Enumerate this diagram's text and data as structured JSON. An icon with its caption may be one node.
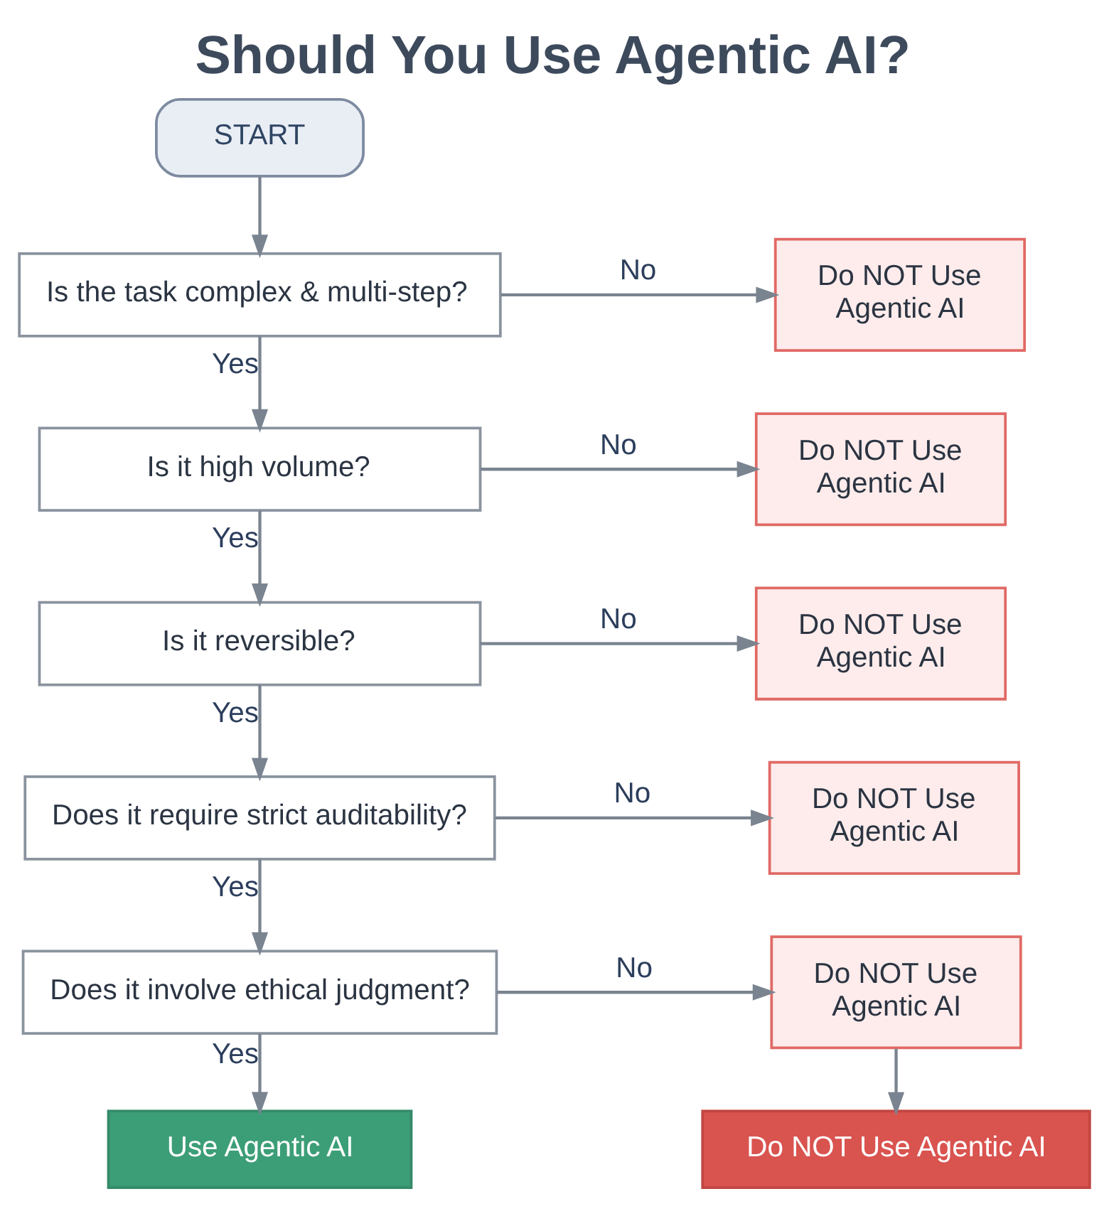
{
  "diagram": {
    "title": "Should You Use Agentic AI?",
    "nodes": [
      {
        "text": [
          "START"
        ]
      },
      {
        "text": [
          "Is the task complex & multi-step?"
        ]
      },
      {
        "text": [
          "Do NOT Use Agentic AI"
        ]
      },
      {
        "text": [
          "Is it high volume?"
        ]
      },
      {
        "text": [
          "Do NOT Use Agentic AI"
        ]
      },
      {
        "text": [
          "Is it reversible?"
        ]
      },
      {
        "text": [
          "Do NOT Use Agentic AI"
        ]
      },
      {
        "text": [
          "Does it require strict auditability?"
        ]
      },
      {
        "text": [
          "Do NOT Use Agentic AI"
        ]
      },
      {
        "text": [
          "Does it involve ethical judgment?"
        ]
      },
      {
        "text": [
          "Do NOT Use Agentic AI"
        ]
      },
      {
        "text": [
          "Use Agentic AI"
        ]
      },
      {
        "text": [
          "Do NOT Use Agentic AI"
        ]
      }
    ],
    "edges": [
      {
        "from": 0,
        "to": 1,
        "arrow": "to"
      },
      {
        "from": 1,
        "to": 2,
        "arrow": "to",
        "label": "No"
      },
      {
        "from": 1,
        "to": 3,
        "arrow": "to",
        "label": "Yes"
      },
      {
        "from": 3,
        "to": 4,
        "arrow": "to",
        "label": "No"
      },
      {
        "from": 3,
        "to": 5,
        "arrow": "to",
        "label": "Yes"
      },
      {
        "from": 5,
        "to": 6,
        "arrow": "to",
        "label": "No"
      },
      {
        "from": 5,
        "to": 7,
        "arrow": "to",
        "label": "Yes"
      },
      {
        "from": 7,
        "to": 8,
        "arrow": "to",
        "label": "No"
      },
      {
        "from": 7,
        "to": 9,
        "arrow": "to",
        "label": "Yes"
      },
      {
        "from": 9,
        "to": 10,
        "arrow": "to",
        "label": "No"
      },
      {
        "from": 9,
        "to": 11,
        "arrow": "to",
        "label": "Yes"
      },
      {
        "from": 10,
        "to": 12,
        "arrow": "to"
      }
    ]
  }
}
